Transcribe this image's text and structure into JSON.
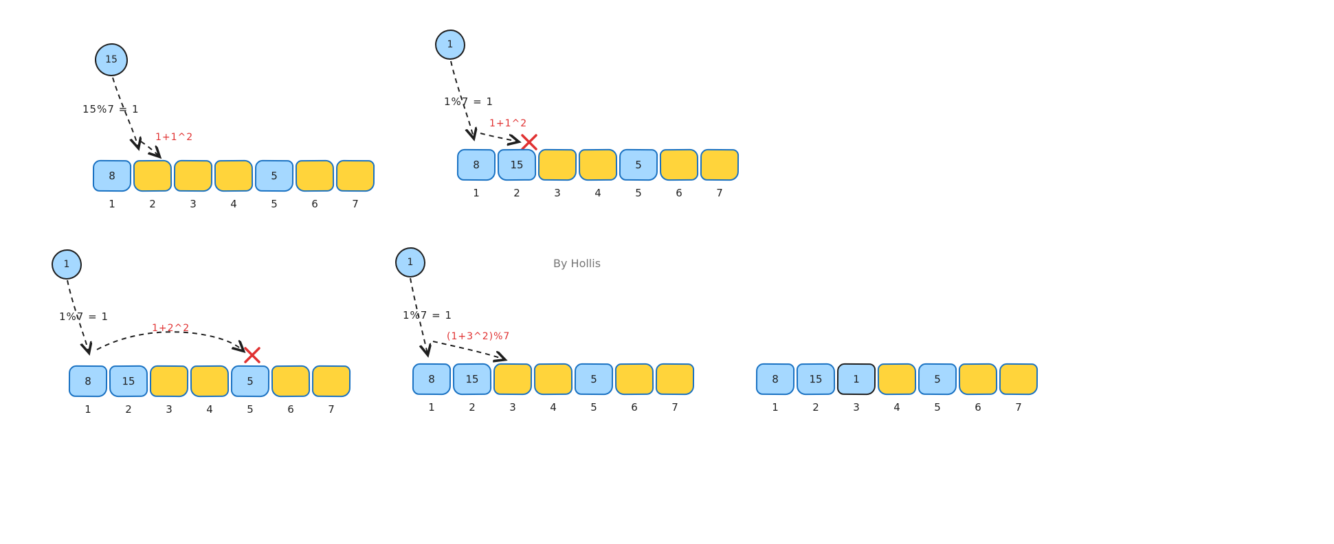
{
  "attribution": "By Hollis",
  "colors": {
    "filled_fill": "#a5d8ff",
    "filled_stroke": "#1971c2",
    "empty_fill": "#ffd43b",
    "highlight_stroke": "#1e1e1e",
    "circle_fill": "#a5d8ff",
    "circle_stroke": "#1e1e1e",
    "arrow": "#1e1e1e",
    "annotation": "#e03131",
    "text": "#1e1e1e",
    "attribution_text": "#757575"
  },
  "index_labels": [
    "1",
    "2",
    "3",
    "4",
    "5",
    "6",
    "7"
  ],
  "panels": [
    {
      "name": "step-1-insert-15",
      "key": "15",
      "hash_label": "15%7 = 1",
      "probe_label": "1+1^2",
      "collision": false,
      "cells": [
        {
          "value": "8",
          "state": "filled"
        },
        {
          "value": "",
          "state": "empty"
        },
        {
          "value": "",
          "state": "empty"
        },
        {
          "value": "",
          "state": "empty"
        },
        {
          "value": "5",
          "state": "filled"
        },
        {
          "value": "",
          "state": "empty"
        },
        {
          "value": "",
          "state": "empty"
        }
      ]
    },
    {
      "name": "step-2-insert-1-probe-1",
      "key": "1",
      "hash_label": "1%7 = 1",
      "probe_label": "1+1^2",
      "collision": true,
      "cells": [
        {
          "value": "8",
          "state": "filled"
        },
        {
          "value": "15",
          "state": "filled"
        },
        {
          "value": "",
          "state": "empty"
        },
        {
          "value": "",
          "state": "empty"
        },
        {
          "value": "5",
          "state": "filled"
        },
        {
          "value": "",
          "state": "empty"
        },
        {
          "value": "",
          "state": "empty"
        }
      ]
    },
    {
      "name": "step-3-insert-1-probe-2",
      "key": "1",
      "hash_label": "1%7 = 1",
      "probe_label": "1+2^2",
      "collision": true,
      "cells": [
        {
          "value": "8",
          "state": "filled"
        },
        {
          "value": "15",
          "state": "filled"
        },
        {
          "value": "",
          "state": "empty"
        },
        {
          "value": "",
          "state": "empty"
        },
        {
          "value": "5",
          "state": "filled"
        },
        {
          "value": "",
          "state": "empty"
        },
        {
          "value": "",
          "state": "empty"
        }
      ]
    },
    {
      "name": "step-4-insert-1-probe-3",
      "key": "1",
      "hash_label": "1%7 = 1",
      "probe_label": "(1+3^2)%7",
      "collision": false,
      "cells": [
        {
          "value": "8",
          "state": "filled"
        },
        {
          "value": "15",
          "state": "filled"
        },
        {
          "value": "",
          "state": "empty"
        },
        {
          "value": "",
          "state": "empty"
        },
        {
          "value": "5",
          "state": "filled"
        },
        {
          "value": "",
          "state": "empty"
        },
        {
          "value": "",
          "state": "empty"
        }
      ]
    },
    {
      "name": "final-state",
      "cells": [
        {
          "value": "8",
          "state": "filled"
        },
        {
          "value": "15",
          "state": "filled"
        },
        {
          "value": "1",
          "state": "highlight"
        },
        {
          "value": "",
          "state": "empty"
        },
        {
          "value": "5",
          "state": "filled"
        },
        {
          "value": "",
          "state": "empty"
        },
        {
          "value": "",
          "state": "empty"
        }
      ]
    }
  ]
}
